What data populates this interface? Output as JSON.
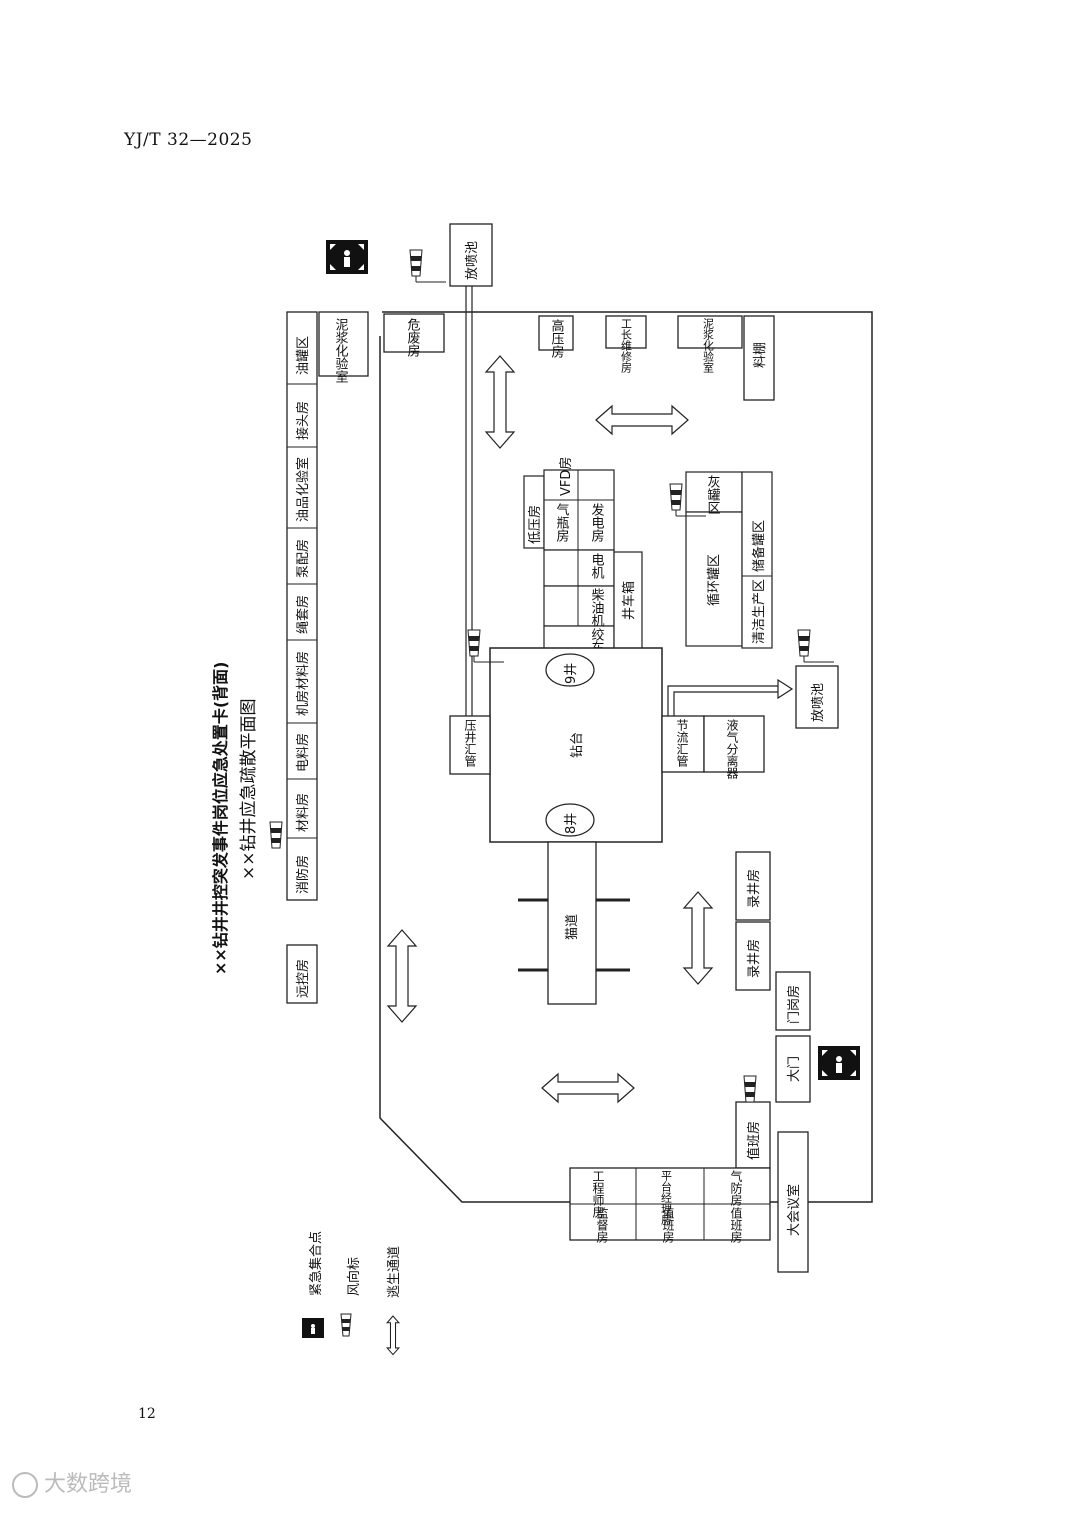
{
  "header": {
    "doc_code": "YJ/T 32—2025"
  },
  "page_number": "12",
  "watermark": "大数跨境",
  "titles": {
    "main": "××钻井井控突发事件岗位应急处置卡(背面)",
    "sub": "××钻井应急疏散平面图"
  },
  "rooms": {
    "yuankong": "远控房",
    "xiaofang": "消防房",
    "cailiao": "材料房",
    "dianliao": "电料房",
    "jifang": "机房材料房",
    "shengtao": "绳套房",
    "bengpei": "泵配房",
    "youpin": "油品化验室",
    "jietou": "接头房",
    "youguan": "油罐区",
    "nijiang_left": "泥浆化验室",
    "weifei": "危废房",
    "fangpen_top": "放喷池",
    "fangpen_right": "放喷池",
    "gaoya": "高压房",
    "gongzhang": "工长维修房",
    "nijiang_right": "泥浆化验室",
    "liaopeng": "料棚",
    "diya": "低压房",
    "vfd": "VFD房",
    "fadian": "发电房",
    "qiping": "气瓶房",
    "dianji": "电机",
    "chaiyou": "柴油机",
    "jiaoche": "绞车",
    "jingche": "井车箱",
    "huiguan": "灰罐区",
    "chubei": "储备罐区",
    "xunhuan": "循环罐区",
    "qingjie": "清洁生产区",
    "zuantai": "钻台",
    "well9": "9井",
    "well8": "8井",
    "yajing": "压井汇管",
    "jieliu": "节流汇管",
    "yeqi": "液气分离器",
    "maodao": "猫道",
    "lujing1": "录井房",
    "lujing2": "录井房",
    "menggang": "门岗房",
    "damen": "大门",
    "zhiban_right": "值班房",
    "gongchengshi": "工程师房",
    "pingtai": "平台经理房",
    "qifang": "气防房",
    "jiandu": "监督房",
    "zhiban2": "值班房",
    "zhiban3": "值班房",
    "huiyi": "大会议室"
  },
  "legend": {
    "assembly": "紧急集合点",
    "windsock": "风向标",
    "escape": "逃生通道"
  }
}
